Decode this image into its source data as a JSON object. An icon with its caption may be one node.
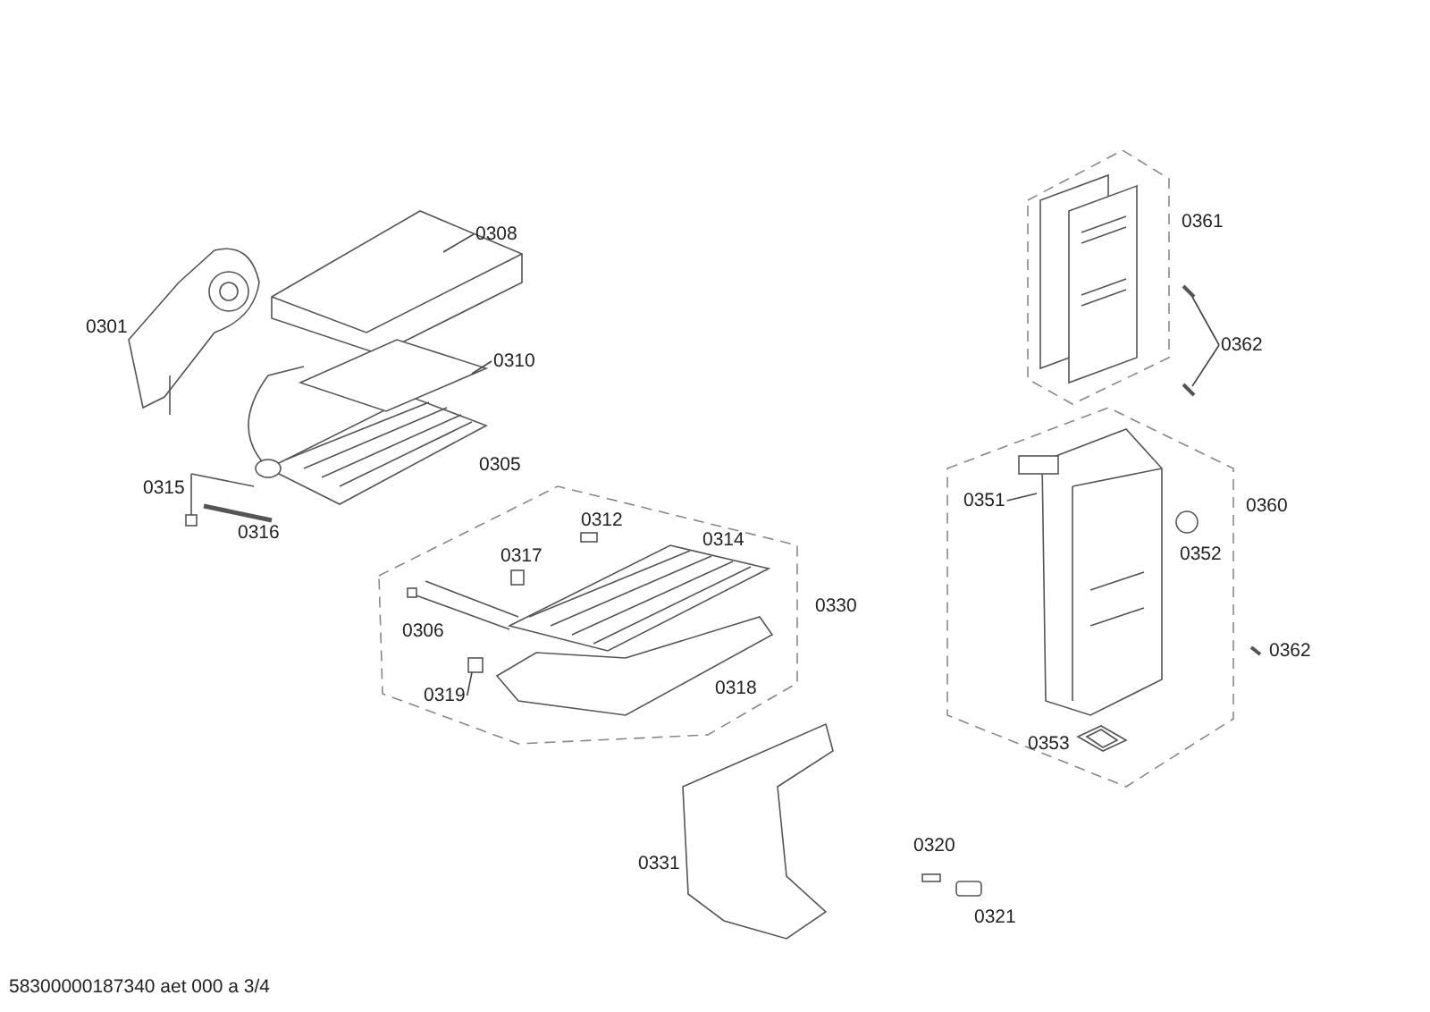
{
  "diagram": {
    "nodes": [
      {
        "text": [
          "0308"
        ]
      },
      {
        "text": [
          "0310"
        ]
      },
      {
        "text": [
          "0319"
        ]
      },
      {
        "text": [
          "0351"
        ]
      },
      {
        "text": [
          "0362"
        ]
      },
      {
        "text": [],
        "shape": "picture"
      }
    ],
    "edges": [
      {
        "from": 0,
        "to": null,
        "arrow": "none"
      },
      {
        "from": 1,
        "to": 5,
        "arrow": "none"
      },
      {
        "from": 2,
        "to": null,
        "arrow": "none"
      },
      {
        "from": 3,
        "to": null,
        "arrow": "none"
      },
      {
        "from": 4,
        "to": null,
        "arrow": "none"
      },
      {
        "from": 4,
        "to": null,
        "arrow": "none"
      }
    ],
    "labels": [
      "0361",
      "0301",
      "0305",
      "0360",
      "0315",
      "0312",
      "0316",
      "0314",
      "0317",
      "0352",
      "0330",
      "0306",
      "0318",
      "0362",
      "0353",
      "0320",
      "0331",
      "0321",
      "58300000187340 aet 000 a 3/4"
    ]
  }
}
